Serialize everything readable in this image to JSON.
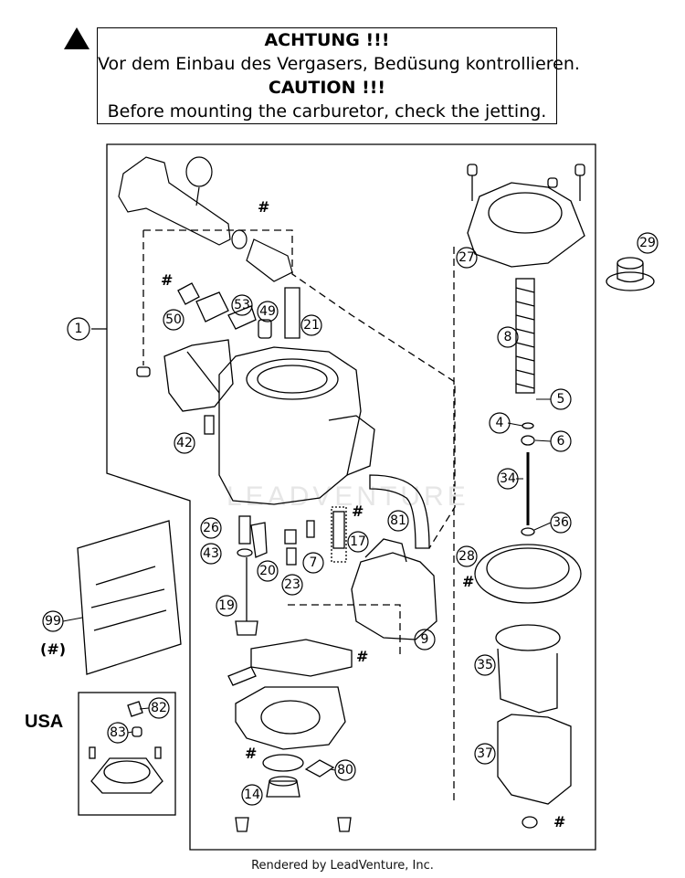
{
  "notice": {
    "heading_de": "ACHTUNG !!!",
    "text_de": "Vor dem Einbau des Vergasers, Bedüsung kontrollieren.",
    "heading_en": "CAUTION !!!",
    "text_en": "Before mounting the carburetor, check the jetting."
  },
  "diagram": {
    "watermark": "LEADVENTURE",
    "hash_mark": "#",
    "usa_label": "USA",
    "kit_note": "(#)",
    "part_numbers": [
      "1",
      "4",
      "5",
      "6",
      "7",
      "8",
      "9",
      "14",
      "17",
      "19",
      "20",
      "21",
      "23",
      "26",
      "27",
      "28",
      "29",
      "34",
      "35",
      "36",
      "37",
      "42",
      "43",
      "49",
      "50",
      "53",
      "80",
      "81",
      "82",
      "83",
      "99"
    ]
  },
  "footer": {
    "credit": "Rendered by LeadVenture, Inc."
  }
}
